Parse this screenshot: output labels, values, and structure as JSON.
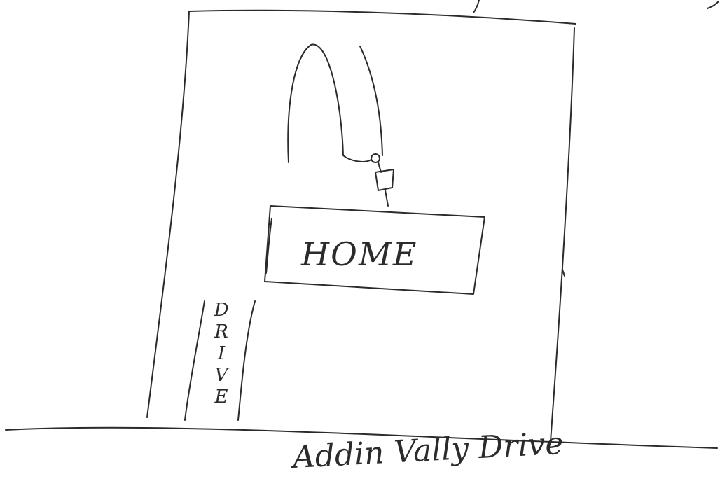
{
  "sign": {
    "text": "HOME"
  },
  "driveway": {
    "letters": [
      "D",
      "R",
      "I",
      "V",
      "E"
    ]
  },
  "street": {
    "name": "Addin Vally Drive"
  }
}
